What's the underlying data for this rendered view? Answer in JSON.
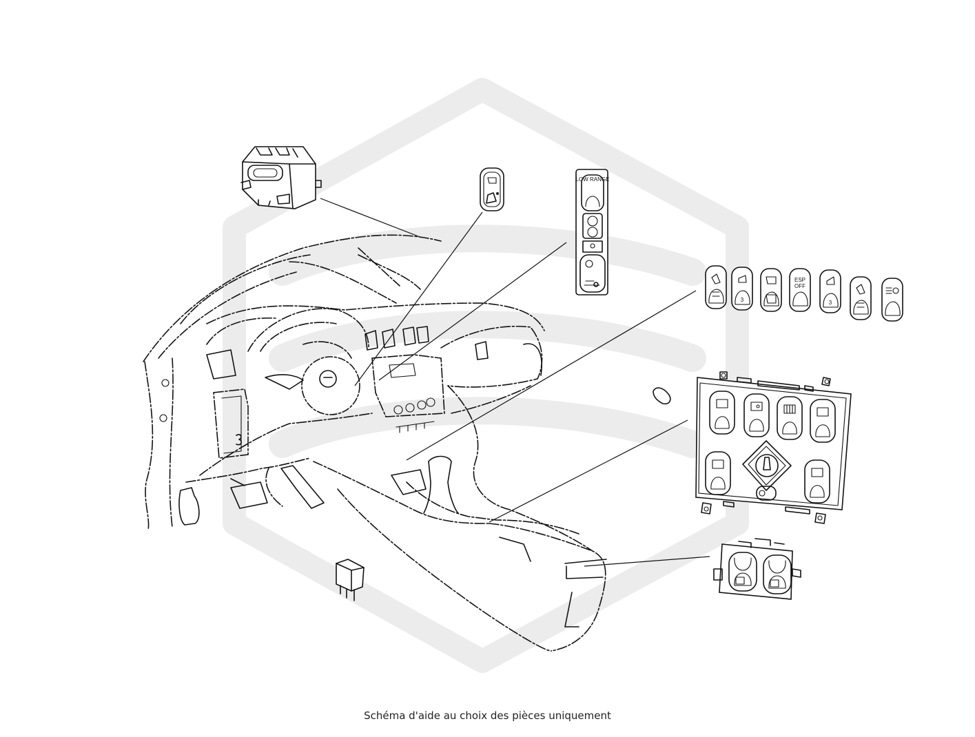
{
  "caption": "Schéma d'aide au choix des pièces uniquement",
  "watermark": {
    "color": "#ececec"
  },
  "button_labels": {
    "low_range": "LOW RANGE",
    "esp": "ESP",
    "esp_off": "OFF",
    "number_3": "3"
  }
}
